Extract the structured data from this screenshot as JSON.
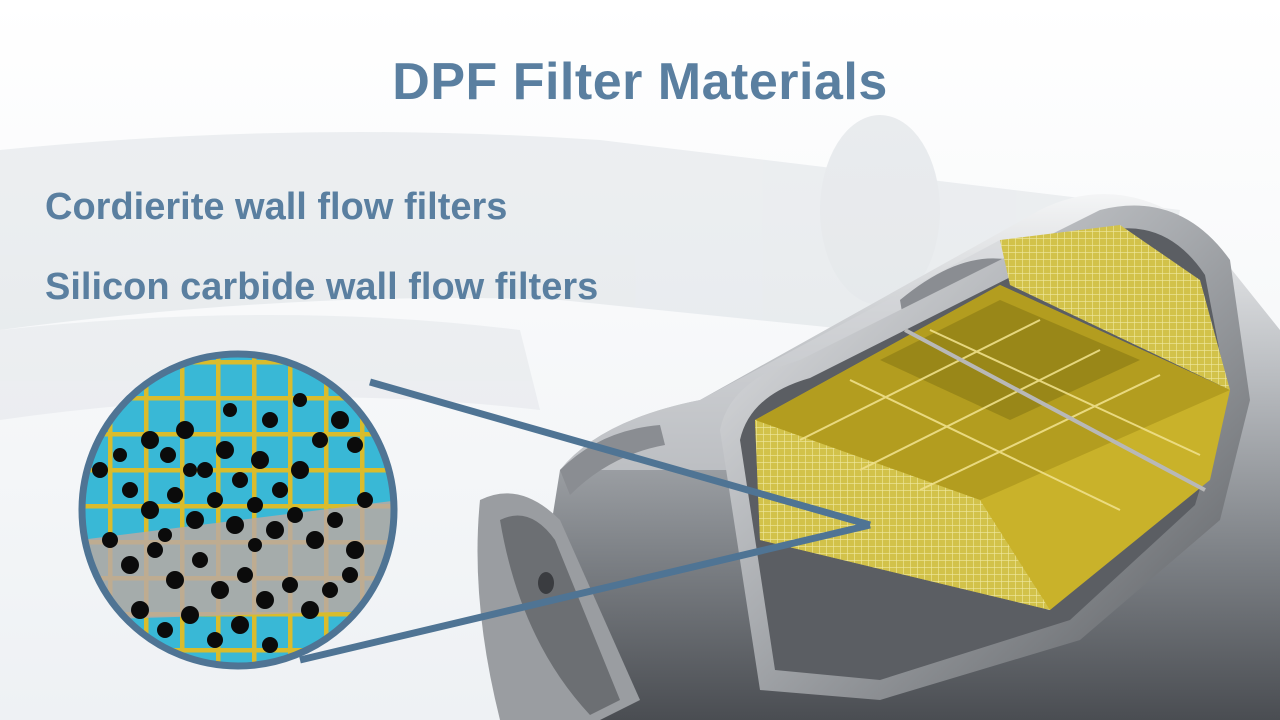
{
  "slide": {
    "title": "DPF Filter Materials",
    "bullets": [
      "Cordierite wall flow filters",
      "Silicon carbide wall flow filters"
    ]
  },
  "colors": {
    "heading_text": "#5a7fa0",
    "filter_substrate": "#c9b22a",
    "filter_shadow": "#8f7d15",
    "soot_particles": "#0b0b0b",
    "channel_background": "#39b8d6",
    "magnifier_border": "#4f7494"
  },
  "illustration": {
    "subject": "diesel particulate filter canister cutaway with magnified substrate channels"
  }
}
